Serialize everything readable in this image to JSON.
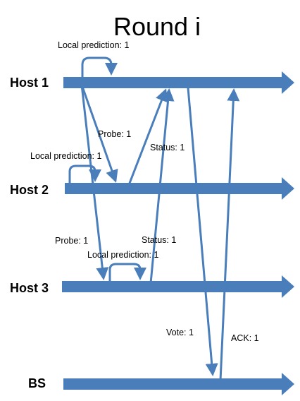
{
  "title": "Round i",
  "colors": {
    "arrow": "#4a7ebb",
    "text": "#000000"
  },
  "hosts": [
    "Host 1",
    "Host 2",
    "Host 3",
    "BS"
  ],
  "annotations": {
    "local_prediction_1": "Local prediction: 1",
    "local_prediction_2": "Local prediction: 1",
    "local_prediction_3": "Local prediction: 1",
    "probe_h1_h2": "Probe: 1",
    "probe_h1_h3": "Probe: 1",
    "status_h2_h1": "Status: 1",
    "status_h3_h1": "Status: 1",
    "vote": "Vote: 1",
    "ack": "ACK: 1"
  }
}
